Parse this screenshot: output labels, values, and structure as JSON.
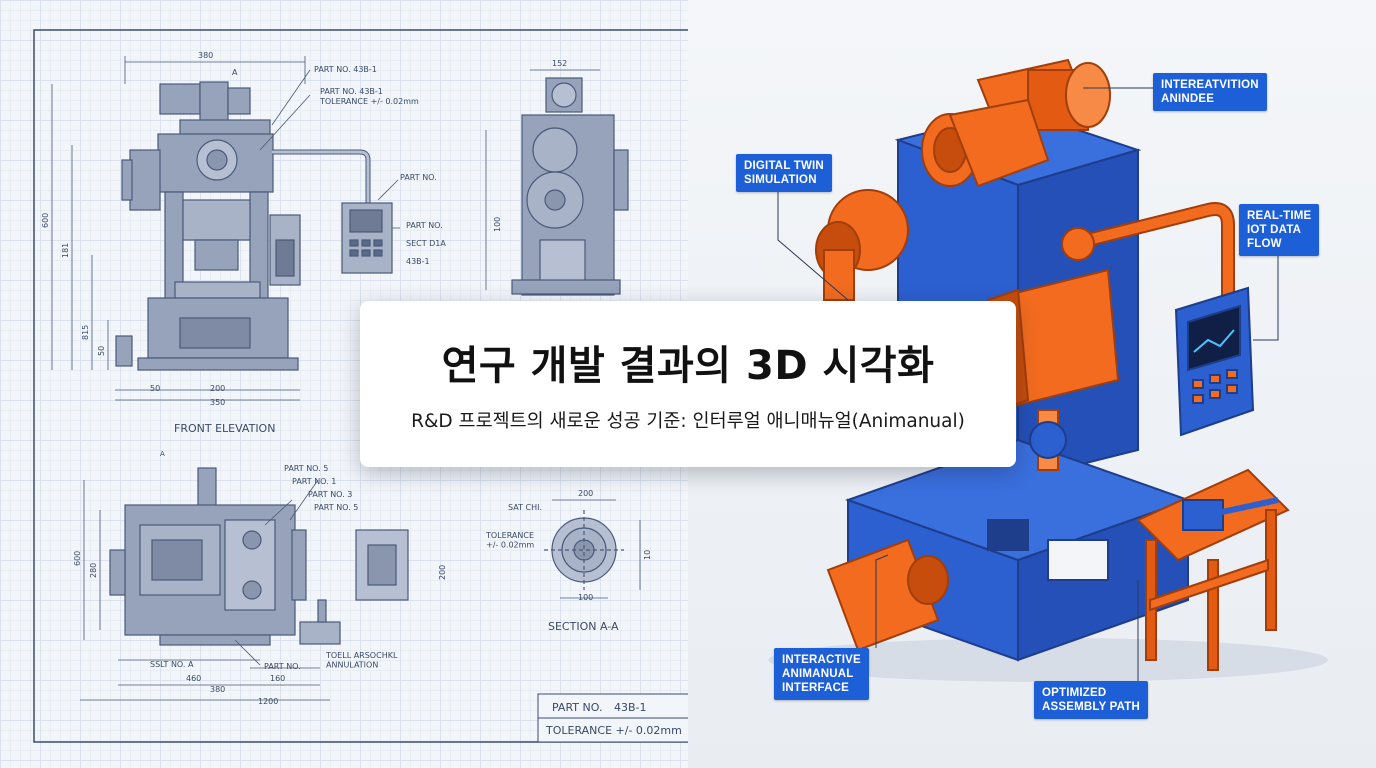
{
  "title_card": {
    "title": "연구 개발 결과의 3D 시각화",
    "subtitle": "R&D 프로젝트의 새로운 성공 기준: 인터루얼 애니매뉴얼(Animanual)"
  },
  "blueprint": {
    "front_elevation": {
      "caption": "FRONT ELEVATION",
      "part_no_1": "PART NO. 43B-1",
      "part_no_2": "PART NO. 43B-1",
      "tolerance": "TOLERANCE +/- 0.02mm",
      "part_no_3": "PART NO.",
      "part_no_4": "PART NO.",
      "sect": "SECT D1A",
      "code": "43B-1",
      "dim_top": "380",
      "dim_bottom_1": "50",
      "dim_bottom_2": "200",
      "dim_bottom_3": "350",
      "dim_left_1": "600",
      "dim_left_2": "181",
      "dim_left_3": "815",
      "dim_left_4": "50",
      "section_mark": "A"
    },
    "side_view": {
      "dim_top": "152",
      "dim_right": "100"
    },
    "plan_view": {
      "part_5a": "PART NO. 5",
      "part_1": "PART NO. 1",
      "part_3": "PART NO. 3",
      "part_5b": "PART NO. 5",
      "part_plain": "PART NO.",
      "sslt": "SSLT NO. A",
      "toell": "TOELL ARSOCHKL\nANNULATION",
      "dim_1": "460",
      "dim_2": "160",
      "dim_3": "380",
      "dim_4": "1200",
      "dim_v1": "600",
      "dim_v2": "280",
      "dim_v3": "200",
      "mark_a": "A"
    },
    "section_view": {
      "caption": "SECTION A-A",
      "sat": "SAT CHI.",
      "tolerance": "TOLERANCE\n+/- 0.02mm",
      "dim_top": "200",
      "dim_bottom": "100",
      "dim_right": "10"
    },
    "title_block": {
      "part_label": "PART NO.",
      "part_value": "43B-1",
      "tolerance": "TOLERANCE +/- 0.02mm"
    }
  },
  "callouts": [
    {
      "name": "callout-interaction-animation",
      "text": "INTEREATVITION\nANINDEE"
    },
    {
      "name": "callout-digital-twin",
      "text": "DIGITAL TWIN\nSIMULATION"
    },
    {
      "name": "callout-iot-data",
      "text": "REAL-TIME\nIOT DATA\nFLOW"
    },
    {
      "name": "callout-interactive-animanual",
      "text": "INTERACTIVE\nANIMANUAL\nINTERFACE"
    },
    {
      "name": "callout-assembly-path",
      "text": "OPTIMIZED\nASSEMBLY PATH"
    }
  ],
  "colors": {
    "blueprint_line": "#5a6a8a",
    "blueprint_fill": "#8f9bb3",
    "machine_blue": "#2c5fd0",
    "machine_orange": "#f26b1f",
    "callout_bg": "#1d5fd6"
  }
}
